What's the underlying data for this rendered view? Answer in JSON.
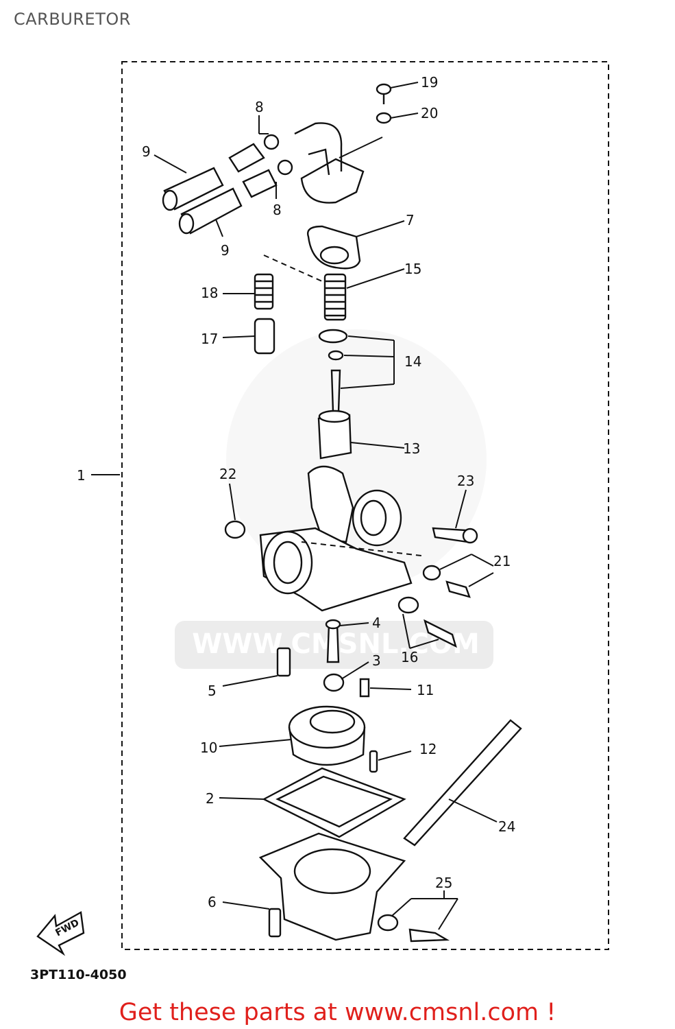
{
  "title": "CARBURETOR",
  "diagram_code": "3PT110-4050",
  "call_to_action": "Get these parts at www.cmsnl.com !",
  "watermark_text": "WWW.CMSNL.COM",
  "fwd_label": "FWD",
  "callouts": [
    "1",
    "2",
    "3",
    "4",
    "5",
    "6",
    "7",
    "8",
    "8",
    "9",
    "9",
    "10",
    "11",
    "12",
    "13",
    "14",
    "15",
    "16",
    "17",
    "18",
    "19",
    "20",
    "21",
    "22",
    "23",
    "24",
    "25"
  ],
  "colors": {
    "cta": "#e0201c",
    "watermark": "#dcdcdc"
  }
}
